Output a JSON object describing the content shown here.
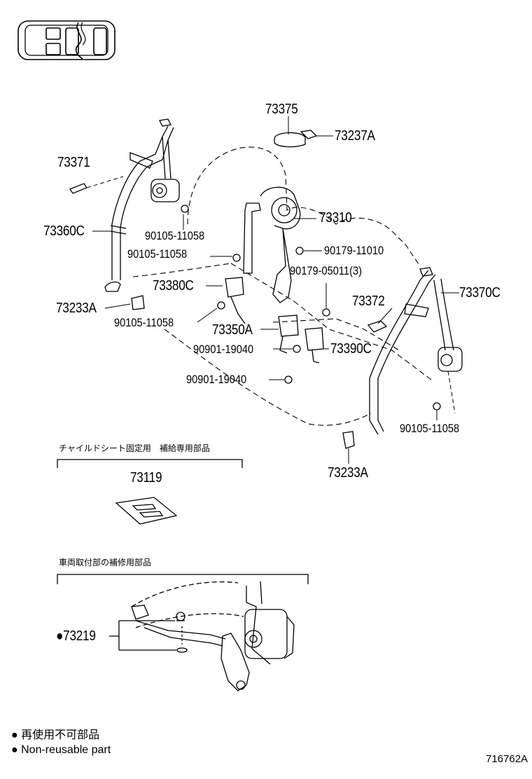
{
  "parts": {
    "p73375": "73375",
    "p73237A": "73237A",
    "p73371": "73371",
    "p73310": "73310",
    "p73360C": "73360C",
    "b90105_a": "90105-11058",
    "b90105_b": "90105-11058",
    "b90179_11010": "90179-11010",
    "b90179_05011": "90179-05011(3)",
    "p73380C": "73380C",
    "p73370C": "73370C",
    "p73233A_left": "73233A",
    "p73372": "73372",
    "b90105_c": "90105-11058",
    "p73350A": "73350A",
    "b90901_a": "90901-19040",
    "p73390C": "73390C",
    "b90901_b": "90901-19040",
    "b90105_d": "90105-11058",
    "p73233A_right": "73233A",
    "p73119": "73119",
    "p73219": "●73219"
  },
  "sections": {
    "child_seat_title": "チャイルドシート固定用　補給専用部品",
    "vehicle_mount_title": "車両取付部の補修用部品"
  },
  "legend": {
    "line1": "● 再使用不可部品",
    "line2": "● Non-reusable part"
  },
  "illustration_code": "716762A"
}
